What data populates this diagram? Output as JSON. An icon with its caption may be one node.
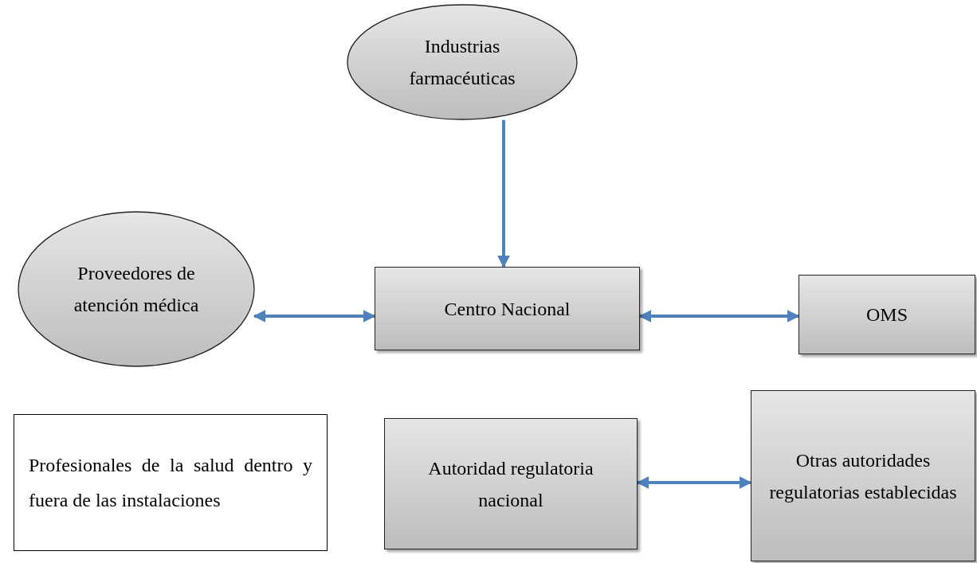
{
  "diagram": {
    "nodes": [
      {
        "text": [
          "Industrias farmacéuticas"
        ]
      },
      {
        "text": [
          "Proveedores de atención médica"
        ]
      },
      {
        "text": [
          "Centro Nacional"
        ]
      },
      {
        "text": [
          "OMS"
        ]
      },
      {
        "text": [
          "Profesionales de la salud dentro y fuera de las instalaciones"
        ]
      },
      {
        "text": [
          "Autoridad regulatoria nacional"
        ]
      },
      {
        "text": [
          "Otras autoridades regulatorias establecidas"
        ]
      }
    ],
    "edges": [
      {
        "from": 0,
        "to": 2,
        "arrow": "to"
      },
      {
        "from": 1,
        "to": 2,
        "arrow": "both"
      },
      {
        "from": 2,
        "to": 3,
        "arrow": "both"
      },
      {
        "from": 5,
        "to": 6,
        "arrow": "both"
      }
    ]
  }
}
